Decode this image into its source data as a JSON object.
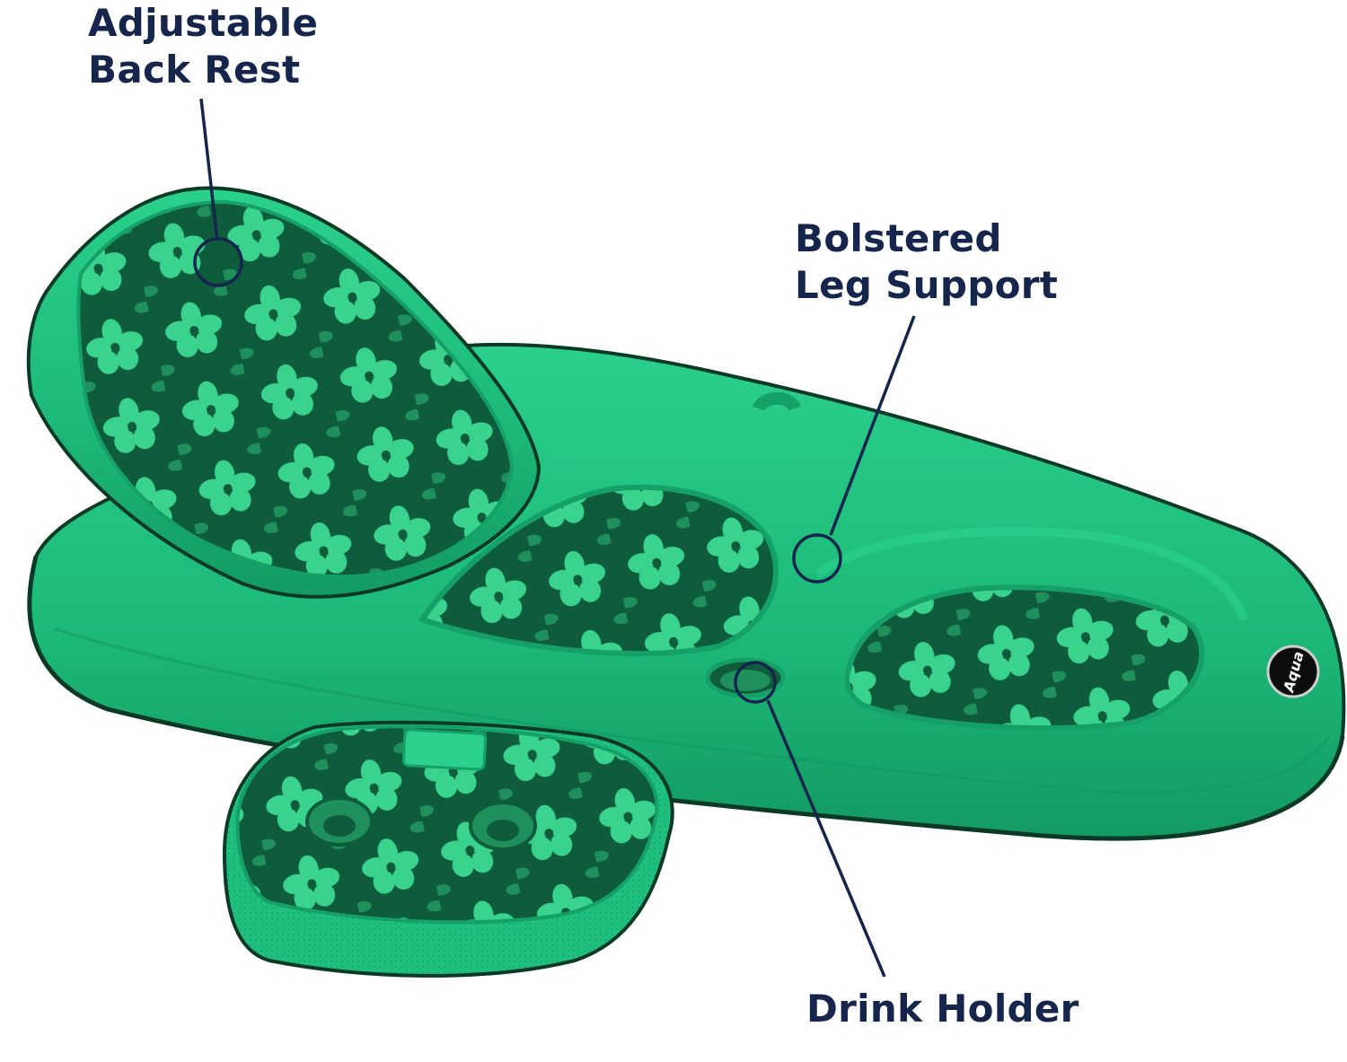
{
  "callouts": {
    "back_rest": {
      "line1": "Adjustable",
      "line2": "Back Rest"
    },
    "leg_support": {
      "line1": "Bolstered",
      "line2": "Leg Support"
    },
    "drink_holder": {
      "line1": "Drink Holder"
    }
  },
  "logo": {
    "text": "Aqua"
  },
  "colors": {
    "label_navy": "#15254c",
    "float_green": "#1fc07e",
    "float_green_dark": "#14a067",
    "pattern_dark": "#0e5c3c",
    "pattern_light": "#39d38e",
    "piping": "#0a3a26"
  }
}
